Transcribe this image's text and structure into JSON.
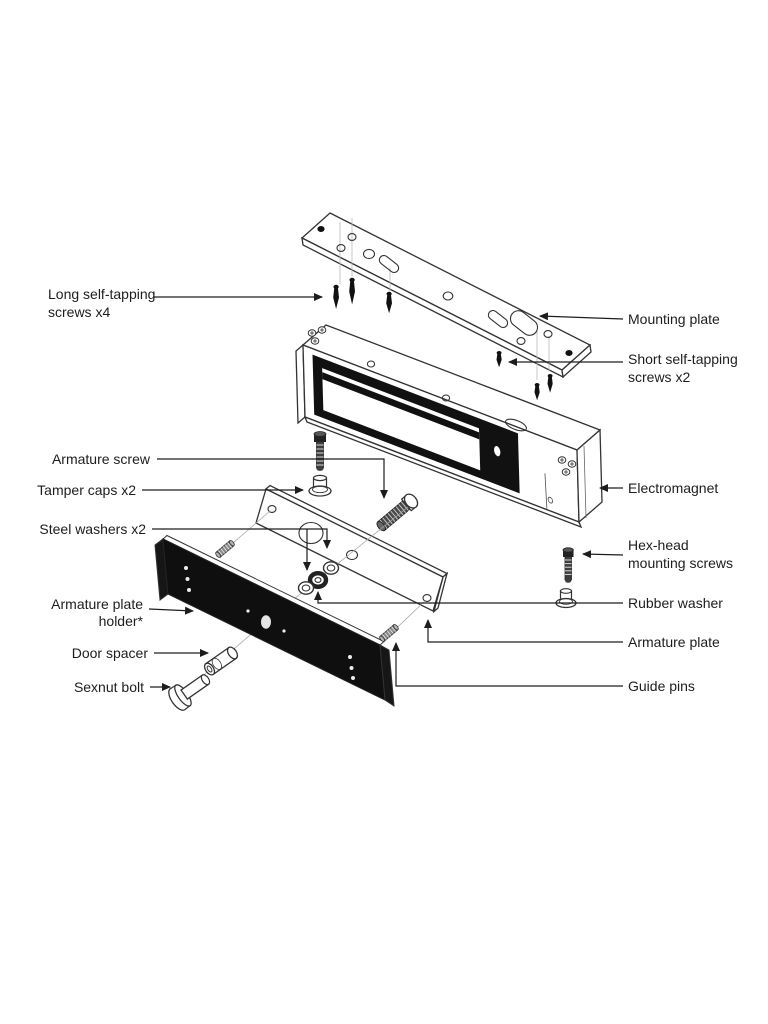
{
  "diagram": {
    "callouts_left": [
      {
        "id": "long-self-tapping-screws",
        "lines": [
          "Long self-tapping",
          "screws x4"
        ]
      },
      {
        "id": "armature-screw",
        "lines": [
          "Armature screw"
        ]
      },
      {
        "id": "tamper-caps",
        "lines": [
          "Tamper caps x2"
        ]
      },
      {
        "id": "steel-washers",
        "lines": [
          "Steel washers x2"
        ]
      },
      {
        "id": "armature-plate-holder",
        "lines": [
          "Armature plate",
          "holder*"
        ]
      },
      {
        "id": "door-spacer",
        "lines": [
          "Door spacer"
        ]
      },
      {
        "id": "sexnut-bolt",
        "lines": [
          "Sexnut bolt"
        ]
      }
    ],
    "callouts_right": [
      {
        "id": "mounting-plate",
        "lines": [
          "Mounting plate"
        ]
      },
      {
        "id": "short-self-tapping-screws",
        "lines": [
          "Short self-tapping",
          "screws x2"
        ]
      },
      {
        "id": "electromagnet",
        "lines": [
          "Electromagnet"
        ]
      },
      {
        "id": "hex-head-mounting-screws",
        "lines": [
          "Hex-head",
          "mounting screws"
        ]
      },
      {
        "id": "rubber-washer",
        "lines": [
          "Rubber washer"
        ]
      },
      {
        "id": "armature-plate",
        "lines": [
          "Armature plate"
        ]
      },
      {
        "id": "guide-pins",
        "lines": [
          "Guide pins"
        ]
      }
    ],
    "colors": {
      "line": "#2b2b2b",
      "text": "#1d1d1d",
      "black_part": "#111111",
      "background": "#ffffff"
    }
  }
}
